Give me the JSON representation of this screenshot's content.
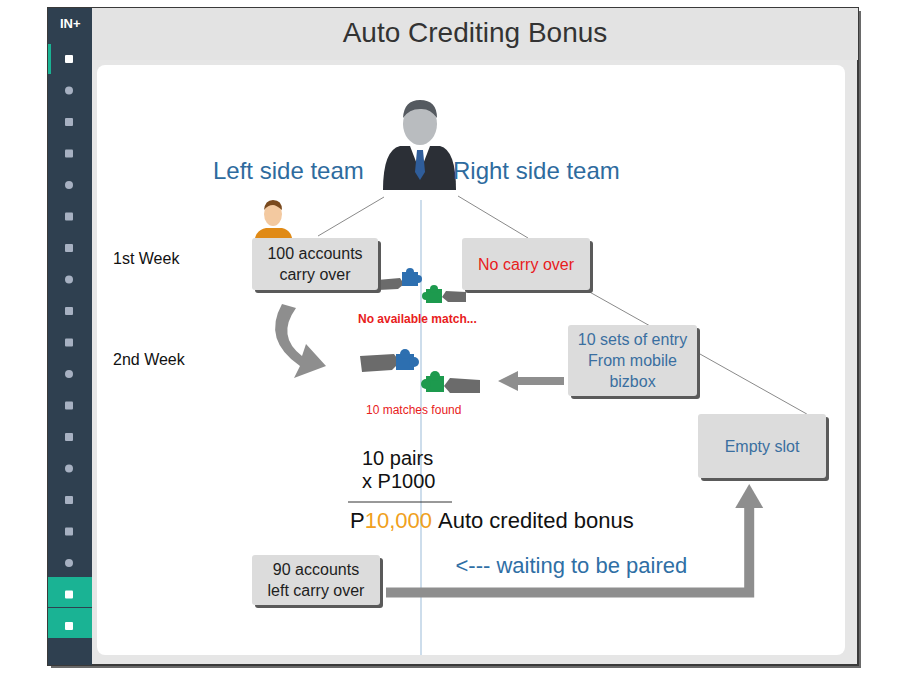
{
  "diagram": {
    "title": "Auto Crediting Bonus",
    "nodes": [
      {
        "text": [
          "100 accounts carry over"
        ]
      },
      {
        "text": [
          "No carry over"
        ]
      },
      {
        "text": [
          "10 sets of entry From mobile bizbox"
        ]
      },
      {
        "text": [
          "Empty slot"
        ]
      },
      {
        "text": [
          "90 accounts left carry over"
        ]
      }
    ],
    "edges": [
      {
        "from": 1,
        "to": 3,
        "arrow": "none"
      },
      {
        "from": 4,
        "to": 3,
        "arrow": "to",
        "label": "<--- waiting to be paired"
      }
    ],
    "labels": [
      "IN+",
      "Left side team",
      "Right side team",
      "1st Week",
      "2nd Week",
      "No available match...",
      "10 matches found",
      "10 pairs",
      "x P1000",
      "P",
      "10,000",
      "Auto credited bonus"
    ]
  }
}
